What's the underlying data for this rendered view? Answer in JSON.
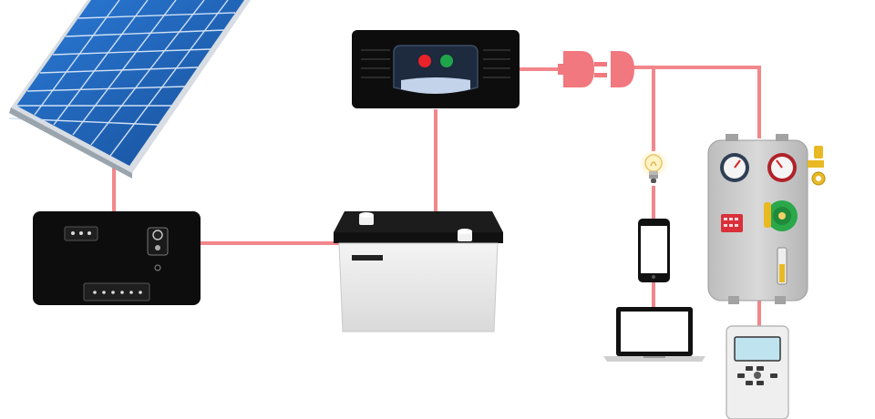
{
  "diagram": {
    "components": [
      {
        "id": "solar-panel",
        "kind": "photovoltaic panel"
      },
      {
        "id": "charge-controller",
        "kind": "charge controller"
      },
      {
        "id": "battery",
        "kind": "battery"
      },
      {
        "id": "inverter",
        "kind": "inverter",
        "indicator_colors": [
          "#e8232a",
          "#1fa64a"
        ]
      },
      {
        "id": "power-plug",
        "kind": "plug"
      },
      {
        "id": "light-bulb",
        "kind": "lamp"
      },
      {
        "id": "smartphone",
        "kind": "phone"
      },
      {
        "id": "laptop",
        "kind": "laptop"
      },
      {
        "id": "pump-station",
        "kind": "solar pump station"
      },
      {
        "id": "thermostat-controller",
        "kind": "controller"
      }
    ],
    "connections": [
      [
        "solar-panel",
        "charge-controller"
      ],
      [
        "charge-controller",
        "battery"
      ],
      [
        "battery",
        "inverter"
      ],
      [
        "inverter",
        "power-plug"
      ],
      [
        "power-plug",
        "light-bulb"
      ],
      [
        "light-bulb",
        "smartphone"
      ],
      [
        "smartphone",
        "laptop"
      ],
      [
        "power-plug",
        "pump-station"
      ],
      [
        "pump-station",
        "thermostat-controller"
      ]
    ],
    "colors": {
      "wire": "#f2868b",
      "plug": "#f0787e",
      "panel_cell": "#1f63b8",
      "device_body": "#0d0d0d",
      "gauge_needle": "#d3262b",
      "valve_green": "#2aa84a",
      "fitting_brass": "#e8b923"
    }
  }
}
